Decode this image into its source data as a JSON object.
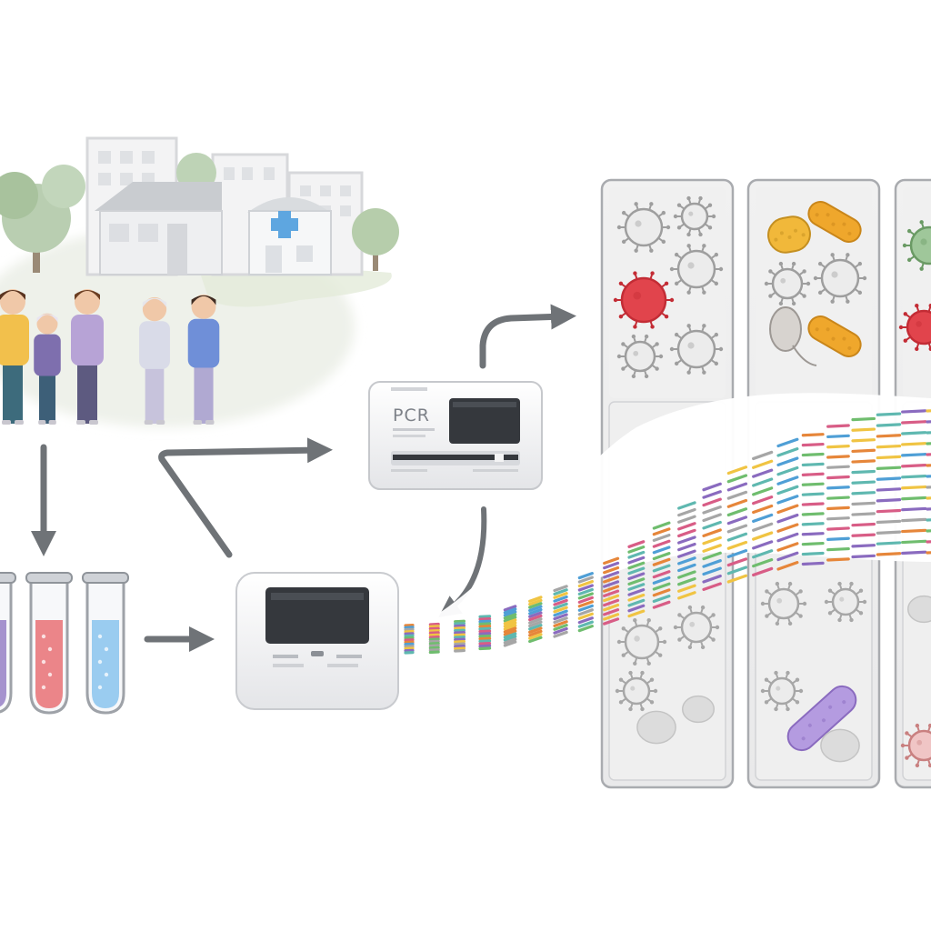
{
  "community": {
    "people": [
      {
        "shirt": "#f2c04c",
        "pants": "#3d6b7c",
        "hair": "#5a3420"
      },
      {
        "shirt": "#7e6fae",
        "pants": "#3d5f78",
        "hair": "#e8e4f0"
      },
      {
        "shirt": "#b7a3d6",
        "pants": "#5d5a80",
        "hair": "#6b3e22"
      },
      {
        "shirt": "#d9dbe8",
        "pants": "#c7c3dc",
        "hair": "#e6e6ec"
      },
      {
        "shirt": "#6f8fd8",
        "pants": "#b0a9d2",
        "hair": "#3f2c22"
      }
    ]
  },
  "samples": [
    {
      "liquid": "#9b86c9"
    },
    {
      "liquid": "#e9787c"
    },
    {
      "liquid": "#8fc6ee"
    }
  ],
  "pcr_machine": {
    "label": "PCR"
  },
  "sequencer": {},
  "pathogen_panels": [
    {
      "upper": [
        "virus",
        "virus",
        "virus-red",
        "virus",
        "virus",
        "virus"
      ],
      "lower": [
        "virus",
        "virus",
        "virus",
        "blob",
        "blob"
      ]
    },
    {
      "upper": [
        "bacteria-yellow",
        "bacteria-orange",
        "virus",
        "virus",
        "parasite",
        "bacteria-orange"
      ],
      "lower": [
        "virus",
        "virus",
        "virus",
        "bacteria-purple",
        "blob"
      ]
    },
    {
      "upper": [
        "virus-green",
        "virus-red"
      ],
      "lower": [
        "blob",
        "virus-red"
      ]
    }
  ],
  "read_colors": [
    "#e6863a",
    "#f0c443",
    "#6fbd6e",
    "#4f9fd6",
    "#8a6bbf",
    "#d85d86",
    "#a6a6a6",
    "#5fb8b0"
  ],
  "colors": {
    "arrow": "#6f7377",
    "device": "#f4f4f5",
    "screen": "#35383d"
  }
}
